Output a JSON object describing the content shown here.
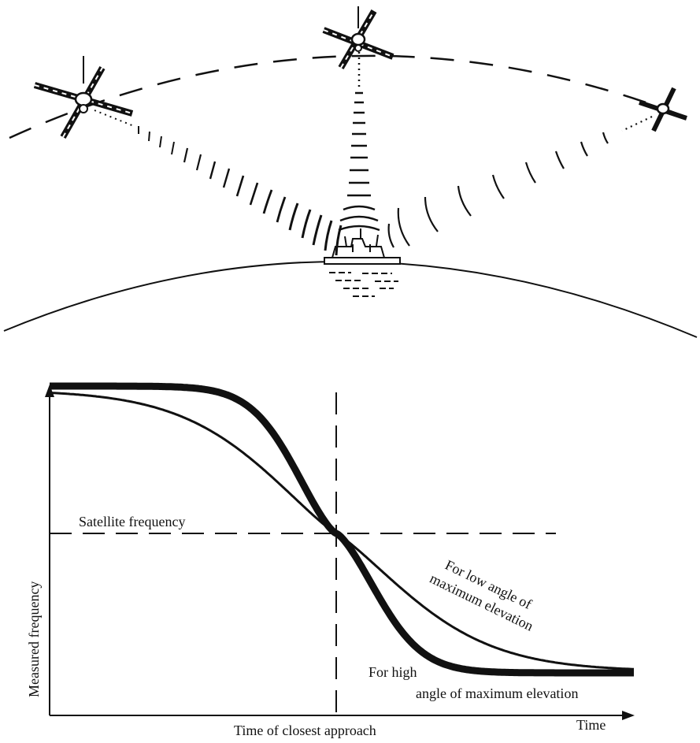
{
  "illustration": {
    "objects": [
      "satellite-left",
      "satellite-overhead",
      "satellite-right",
      "ship",
      "earth-horizon",
      "satellite-orbit"
    ]
  },
  "chart_data": {
    "type": "line",
    "xlabel": "Time",
    "ylabel": "Measured frequency",
    "reference_lines": {
      "horizontal_label": "Satellite frequency",
      "vertical_label": "Time of closest approach"
    },
    "series": [
      {
        "name": "For low angle of maximum elevation",
        "label_lines": [
          "For low angle of",
          "maximum elevation"
        ],
        "style": "thin"
      },
      {
        "name": "For high angle of maximum elevation",
        "label_lines": [
          "For high",
          "angle of maximum elevation"
        ],
        "style": "thick"
      }
    ],
    "grid": false,
    "legend": "none"
  },
  "colors": {
    "ink": "#111111",
    "background": "#ffffff"
  }
}
